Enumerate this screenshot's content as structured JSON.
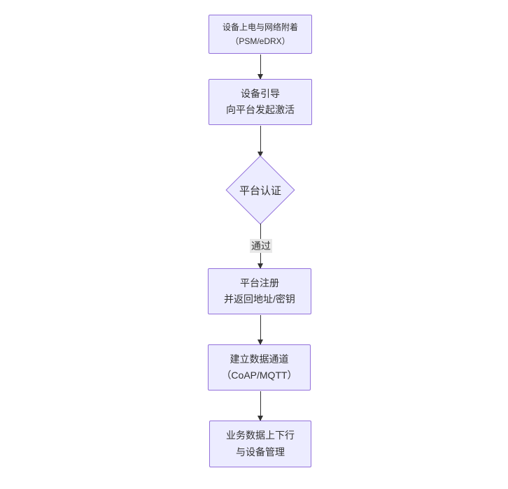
{
  "theme": {
    "node_fill": "#ECECFF",
    "node_border": "#9370DB",
    "text_color": "#333333",
    "arrow_color": "#333333",
    "edge_label_bg": "#e8e8e8",
    "canvas_bg": "#ffffff"
  },
  "diagram": {
    "type": "flowchart-top-down",
    "nodes": [
      {
        "id": "power-attach",
        "shape": "rect",
        "lines": [
          "设备上电与网络附着",
          "（PSM/eDRX）"
        ]
      },
      {
        "id": "bootstrap",
        "shape": "rect",
        "lines": [
          "设备引导",
          "向平台发起激活"
        ]
      },
      {
        "id": "platform-auth",
        "shape": "diamond",
        "lines": [
          "平台认证"
        ]
      },
      {
        "id": "register",
        "shape": "rect",
        "lines": [
          "平台注册",
          "并返回地址/密钥"
        ]
      },
      {
        "id": "data-channel",
        "shape": "rect",
        "lines": [
          "建立数据通道",
          "（CoAP/MQTT）"
        ]
      },
      {
        "id": "business",
        "shape": "rect",
        "lines": [
          "业务数据上下行",
          "与设备管理"
        ]
      }
    ],
    "edges": [
      {
        "from": "power-attach",
        "to": "bootstrap",
        "label": ""
      },
      {
        "from": "bootstrap",
        "to": "platform-auth",
        "label": ""
      },
      {
        "from": "platform-auth",
        "to": "register",
        "label": "通过"
      },
      {
        "from": "register",
        "to": "data-channel",
        "label": ""
      },
      {
        "from": "data-channel",
        "to": "business",
        "label": ""
      }
    ]
  }
}
